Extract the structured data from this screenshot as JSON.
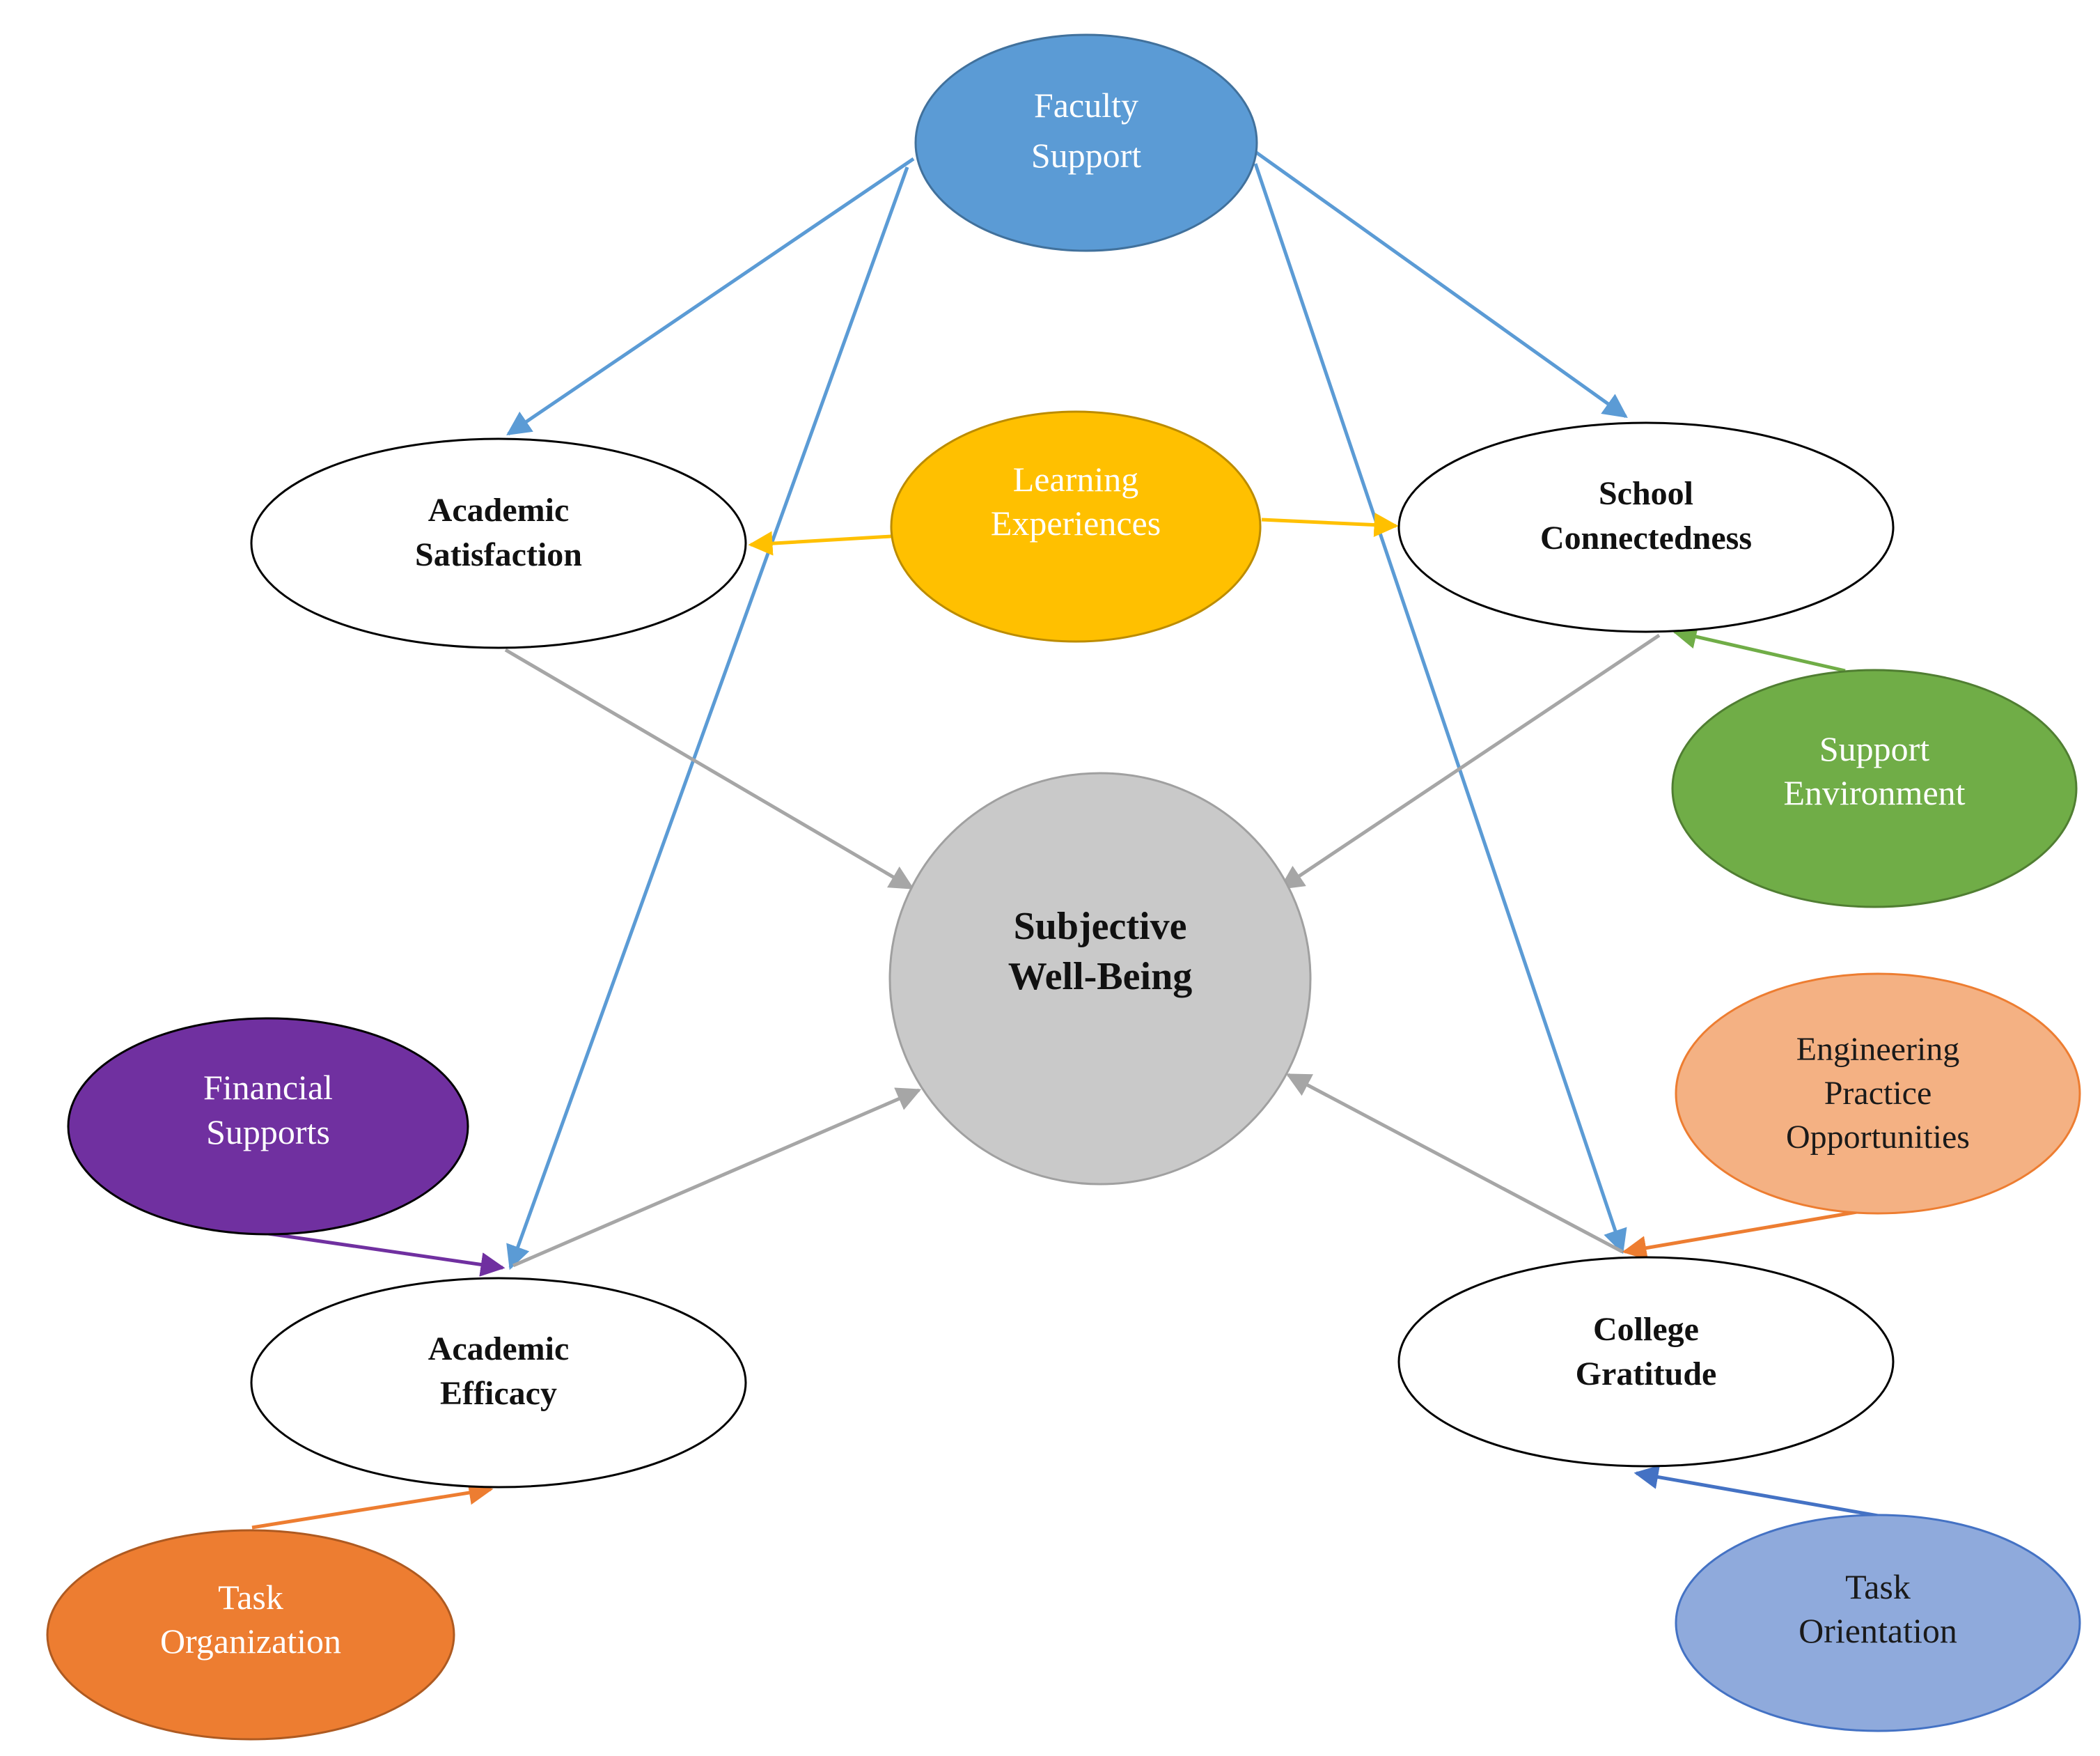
{
  "colors": {
    "faculty_blue": "#5b9bd5",
    "learning_yellow": "#ffc000",
    "support_green": "#70ad47",
    "financial_purple": "#7030a0",
    "task_org_orange": "#ed7d31",
    "engineering_salmon": "#f4b183",
    "task_orient_blue": "#8faadc",
    "center_gray": "#c9c9c9",
    "arrow_gray": "#a6a6a6",
    "arrow_blue": "#5b9bd5",
    "arrow_yellow": "#ffc000",
    "arrow_green": "#70ad47",
    "arrow_purple": "#7030a0",
    "arrow_orange": "#ed7d31",
    "arrow_dark_blue": "#4472c4"
  },
  "nodes": {
    "faculty_support": {
      "line1": "Faculty",
      "line2": "Support"
    },
    "learning_experiences": {
      "line1": "Learning",
      "line2": "Experiences"
    },
    "academic_satisfaction": {
      "line1": "Academic",
      "line2": "Satisfaction"
    },
    "school_connectedness": {
      "line1": "School",
      "line2": "Connectedness"
    },
    "support_environment": {
      "line1": "Support",
      "line2": "Environment"
    },
    "subjective_well_being": {
      "line1": "Subjective",
      "line2": "Well-Being"
    },
    "financial_supports": {
      "line1": "Financial",
      "line2": "Supports"
    },
    "academic_efficacy": {
      "line1": "Academic",
      "line2": "Efficacy"
    },
    "engineering_practice": {
      "line1": "Engineering",
      "line2": "Practice",
      "line3": "Opportunities"
    },
    "college_gratitude": {
      "line1": "College",
      "line2": "Gratitude"
    },
    "task_organization": {
      "line1": "Task",
      "line2": "Organization"
    },
    "task_orientation": {
      "line1": "Task",
      "line2": "Orientation"
    }
  }
}
